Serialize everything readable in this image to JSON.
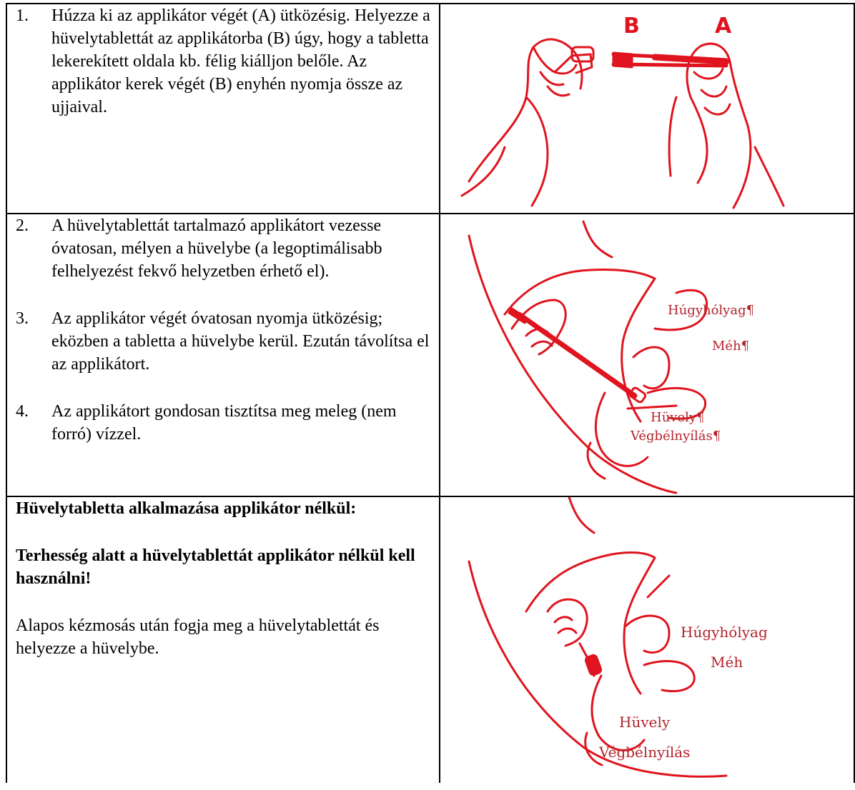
{
  "section1": {
    "num": "1.",
    "text": "Húzza ki az applikátor végét (A) ütközésig. Helyezze a hüvelytablettát az applikátorba (B) úgy, hogy a tabletta lekerekített oldala kb. félig kiálljon belőle. Az applikátor kerek végét (B) enyhén nyomja össze az ujjaival.",
    "image_labels": {
      "b": "B",
      "a": "A"
    }
  },
  "section2": {
    "steps": [
      {
        "num": "2.",
        "text": "A hüvelytablettát tartalmazó applikátort vezesse óvatosan, mélyen a hüvelybe (a legoptimálisabb felhelyezést fekvő helyzetben érhető el)."
      },
      {
        "num": "3.",
        "text": "Az applikátor végét óvatosan nyomja ütközésig; eközben a tabletta a hüvelybe kerül. Ezután távolítsa el az applikátort."
      },
      {
        "num": "4.",
        "text": "Az applikátort gondosan tisztítsa meg meleg (nem forró) vízzel."
      }
    ],
    "image_labels": {
      "bladder": "Húgyhólyag¶",
      "uterus": "Méh¶",
      "vagina": "Hüvely¶",
      "anus": "Végbélnyílás¶"
    }
  },
  "section3": {
    "heading": "Hüvelytabletta alkalmazása applikátor nélkül:",
    "warning": "Terhesség alatt a hüvelytablettát applikátor nélkül kell használni!",
    "text": "Alapos kézmosás után fogja meg a hüvelytablettát és helyezze a hüvelybe.",
    "image_labels": {
      "bladder": "Húgyhólyag",
      "uterus": "Méh",
      "vagina": "Hüvely",
      "anus": "Végbélnyílás"
    }
  },
  "colors": {
    "illustration": "#e0141e",
    "label": "#b4232b"
  }
}
